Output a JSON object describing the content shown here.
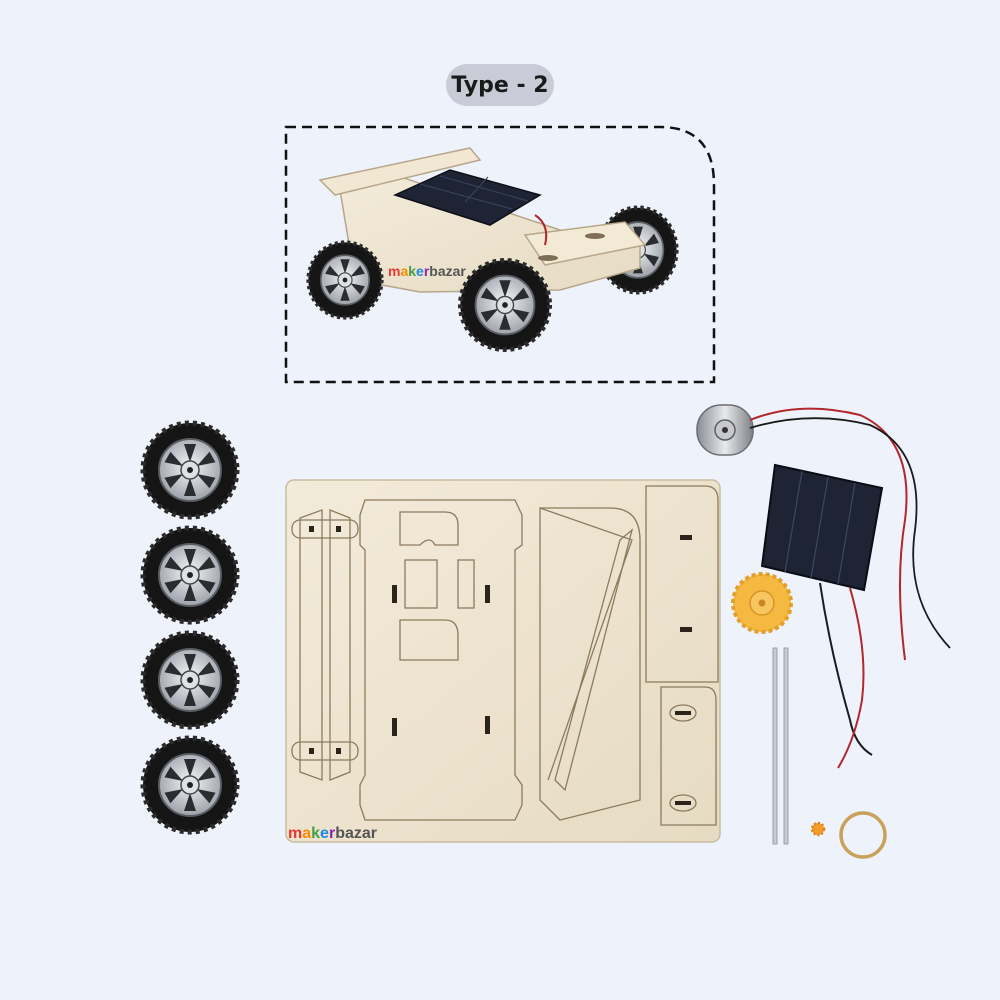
{
  "badge": {
    "label": "Type - 2"
  },
  "watermark": {
    "segments": [
      {
        "text": "m",
        "color": "#e53935"
      },
      {
        "text": "a",
        "color": "#fb8c00"
      },
      {
        "text": "k",
        "color": "#43a047"
      },
      {
        "text": "e",
        "color": "#1e88e5"
      },
      {
        "text": "r",
        "color": "#8e24aa"
      },
      {
        "text": "bazar",
        "color": "#555555"
      }
    ]
  },
  "colors": {
    "background": "#eef2fb",
    "wood": "#efe6d3",
    "wood_edge": "#b7a78a",
    "tire": "#151515",
    "rim": "#c9ccd3",
    "solar_panel": "#1e2433",
    "gear": "#f5b942",
    "rubber_band": "#c9a15a",
    "wire_red": "#b3262c",
    "wire_black": "#1b1b1b"
  },
  "items": [
    "assembled-car",
    "wheel",
    "wood-sheet",
    "dc-motor",
    "solar-panel",
    "large-gear",
    "axle-rods",
    "small-gear",
    "rubber-band"
  ]
}
